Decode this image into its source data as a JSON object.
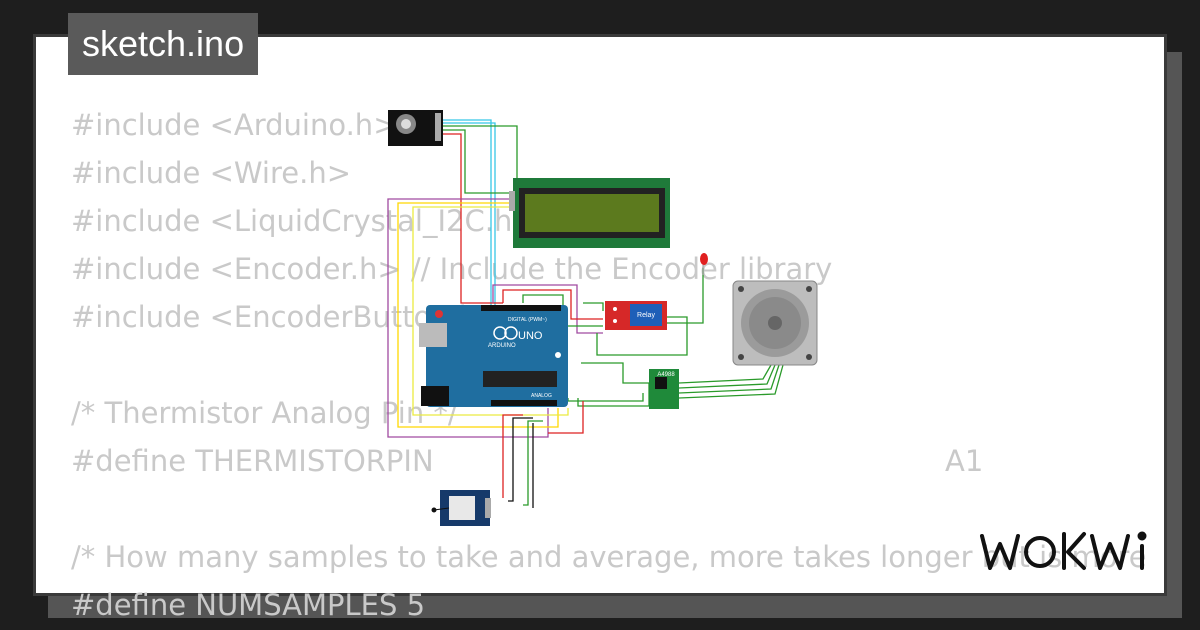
{
  "title": "sketch.ino",
  "brand": "WOKWI",
  "code_lines": [
    "#include <Arduino.h>",
    "#include <Wire.h>",
    "#include <LiquidCrystal_I2C.h>",
    "#include <Encoder.h> // Include the Encoder library",
    "#include <EncoderButton.h>",
    "",
    "/* Thermistor Analog Pin */",
    "#define THERMISTORPIN",
    "",
    "/* How many samples to take and average, more takes longer but is more",
    "#define NUMSAMPLES 5"
  ],
  "define_value": "A1",
  "parts": {
    "arduino_brand": "ARDUINO",
    "arduino_model": "UNO",
    "arduino_header_label": "DIGITAL (PWM~)",
    "arduino_analog_label": "ANALOG",
    "relay_label": "Relay",
    "driver_label": "A4988"
  },
  "colors": {
    "background": "#1e1e1e",
    "card": "#ffffff",
    "title_tab": "#5a5a5a",
    "code_text": "#c9c9c9",
    "arduino_board": "#1f6ea0",
    "lcd_pcb": "#1f7a3a",
    "lcd_screen": "#5c7a1e",
    "relay_board": "#d62828",
    "driver_board": "#1f8a3a",
    "encoder_board": "#111111",
    "sensor_board": "#163a6a",
    "stepper_body": "#bdbdbd"
  }
}
